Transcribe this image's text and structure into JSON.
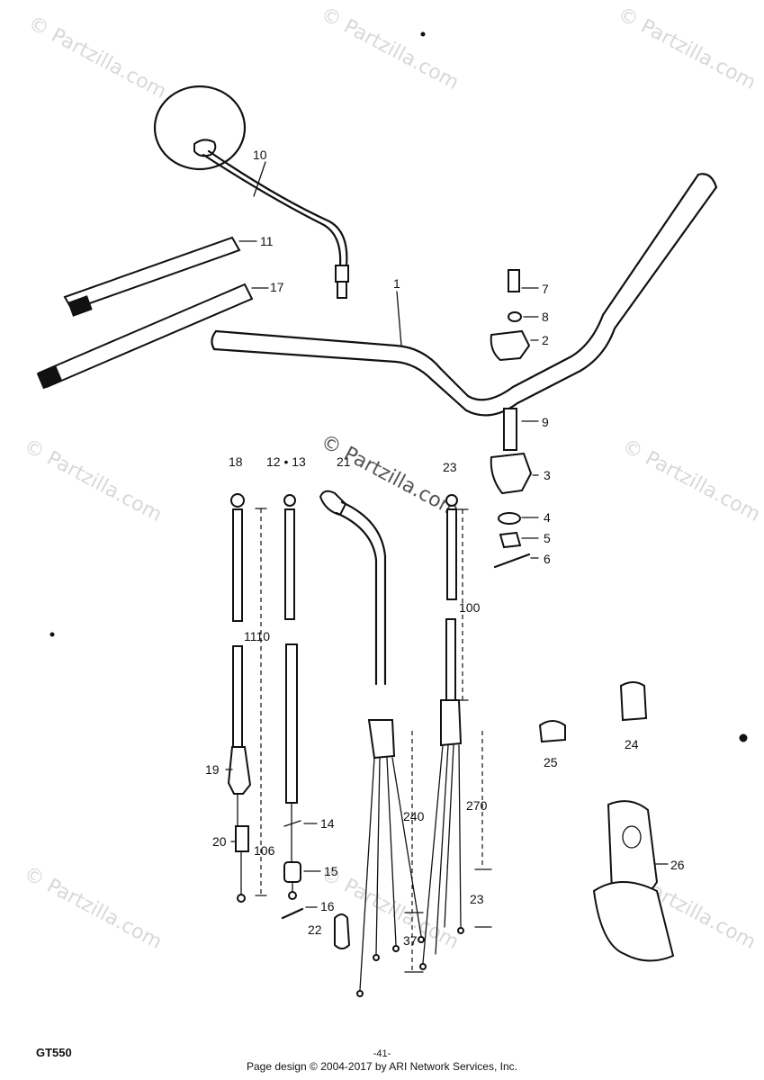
{
  "watermark": {
    "text": "© Partzilla.com",
    "center_text": "© Partzilla.com"
  },
  "labels": {
    "p1": "1",
    "p2": "2",
    "p3": "3",
    "p4": "4",
    "p5": "5",
    "p6": "6",
    "p7": "7",
    "p8": "8",
    "p9": "9",
    "p10": "10",
    "p11": "11",
    "p17": "17",
    "p18": "18",
    "p12_13": "12 • 13",
    "p21": "21",
    "p23": "23",
    "p19": "19",
    "p20": "20",
    "p14": "14",
    "p15": "15",
    "p16": "16",
    "p22": "22",
    "p24": "24",
    "p25": "25",
    "p26": "26"
  },
  "dimensions": {
    "d1110": "1110",
    "d106": "106",
    "d100": "100",
    "d240": "240",
    "d270": "270",
    "d23": "23",
    "d37": "37"
  },
  "footer": {
    "model": "GT550",
    "page": "-41-",
    "credit": "Page design © 2004-2017 by ARI Network Services, Inc."
  }
}
